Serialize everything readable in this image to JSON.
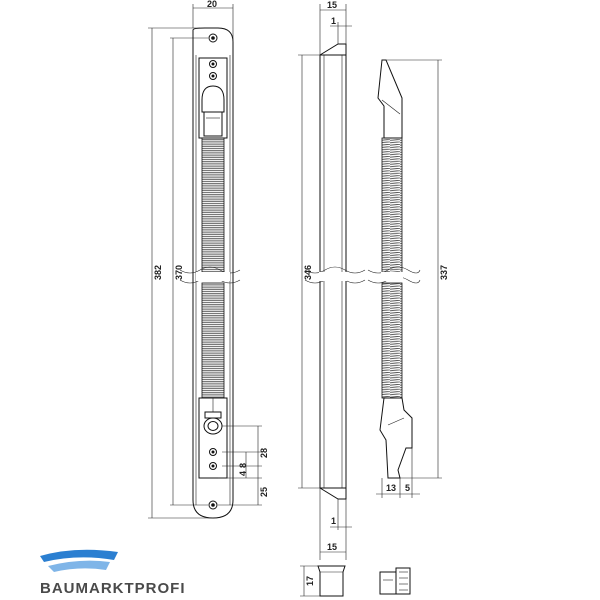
{
  "dimensions": {
    "width_top": "20",
    "total_length": "382",
    "inner_length": "370",
    "offset_28": "28",
    "offset_8": "8",
    "offset_4": "4",
    "offset_25": "25",
    "side_top_width": "15",
    "side_top_lip": "1",
    "side_length": "346",
    "side_bottom_lip": "1",
    "side_bottom_width": "15",
    "spring_length": "337",
    "spring_base_13": "13",
    "spring_base_5": "5",
    "cap_height": "17"
  },
  "brand": {
    "name": "BAUMARKTPROFI",
    "colors": {
      "swoosh_top": "#2b7fd1",
      "swoosh_bottom": "#7fb5e8",
      "text": "#4a4a4a"
    }
  }
}
